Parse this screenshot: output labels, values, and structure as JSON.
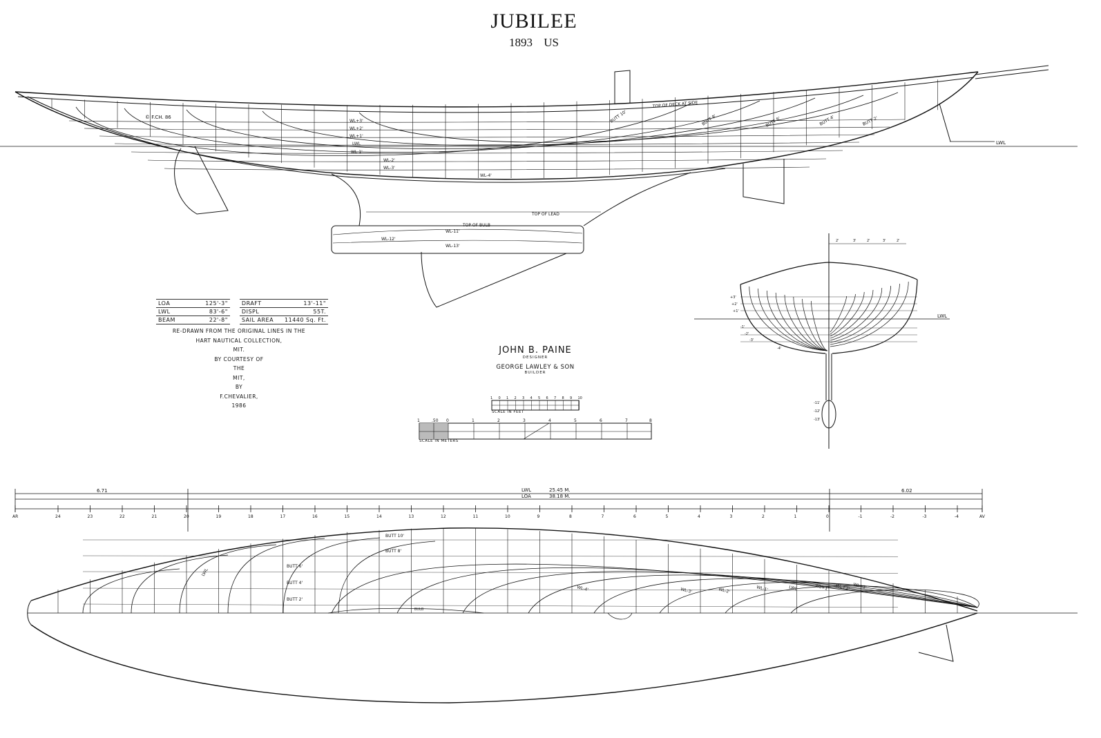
{
  "title": "JUBILEE",
  "subtitle": "1893   US",
  "specs": [
    {
      "label": "LOA",
      "value": "125'-3\"",
      "label2": "DRAFT",
      "value2": "13'-11\""
    },
    {
      "label": "LWL",
      "value": "83'-6\"",
      "label2": "DISPL",
      "value2": "55T."
    },
    {
      "label": "BEAM",
      "value": "22'-8\"",
      "label2": "SAIL AREA",
      "value2": "11440 Sq. Ft."
    }
  ],
  "credit": [
    "RE-DRAWN FROM THE ORIGINAL LINES IN THE",
    "HART NAUTICAL COLLECTION,",
    "MIT.",
    "BY COURTESY OF",
    "THE",
    "MIT,",
    "BY",
    "F.CHEVALIER,",
    "1986"
  ],
  "designer": {
    "name": "JOHN B. PAINE",
    "name_role": "DESIGNER",
    "builder": "GEORGE LAWLEY & SON",
    "builder_role": "BUILDER"
  },
  "scale_feet": {
    "ticks": [
      "1",
      "0",
      "1",
      "2",
      "3",
      "4",
      "5",
      "6",
      "7",
      "8",
      "9",
      "10"
    ],
    "label": "SCALE IN FEET"
  },
  "scale_meters": {
    "ticks": [
      "1",
      ".50",
      "0",
      "1",
      "2",
      "3",
      "4",
      "5",
      "6",
      "7",
      "8"
    ],
    "label": "SCALE IN METERS"
  },
  "profile_labels": {
    "copyright": "© F.CH. 86",
    "waterlines": [
      "WL+3'",
      "WL+2'",
      "WL+1'",
      "LWL",
      "WL-1'",
      "WL-2'",
      "WL-3'",
      "WL-4'"
    ],
    "deck": "TOP OF DECK AT SIDE",
    "buttocks": [
      "BUTT 10'",
      "BUTT 8'",
      "BUTT 6'",
      "BUTT 4'",
      "BUTT 2'"
    ],
    "lwl": "LWL",
    "lead": "TOP OF LEAD",
    "bulb": "TOP OF BULB",
    "bulb_wls": [
      "WL-11'",
      "WL-12'",
      "WL-13'"
    ]
  },
  "body_plan": {
    "lwl": "LWL",
    "scale": [
      "2'",
      "3'",
      "2'",
      "3'",
      "2'"
    ],
    "upper_wls": [
      "+3'",
      "+2'",
      "+1'"
    ],
    "lower_wls": [
      "-1'",
      "-2'",
      "-3'",
      "-4'"
    ],
    "bulb_wls": [
      "-11'",
      "-12'",
      "-13'"
    ]
  },
  "dimensions": {
    "lwl_label": "LWL",
    "lwl_value": "25.45 M.",
    "loa_label": "LOA",
    "loa_value": "38.18 M.",
    "aft_overhang": "6.71",
    "fwd_overhang": "6.02"
  },
  "stations": [
    "AR",
    "24",
    "23",
    "22",
    "21",
    "20",
    "19",
    "18",
    "17",
    "16",
    "15",
    "14",
    "13",
    "12",
    "11",
    "10",
    "9",
    "8",
    "7",
    "6",
    "5",
    "4",
    "3",
    "2",
    "1",
    "0",
    "-1",
    "-2",
    "-3",
    "-4",
    "AV"
  ],
  "plan_labels": {
    "buttocks": [
      "BUTT 10'",
      "BUTT 8'",
      "BUTT 6'",
      "BUTT 4'",
      "BUTT 2'"
    ],
    "lwl_aft": "LWL",
    "waterlines": [
      "WL-4'",
      "WL-3'",
      "WL-2'",
      "WL-1'",
      "LWL",
      "WL+1'",
      "WL+2'",
      "WL+3'"
    ],
    "bulb": "BULB"
  }
}
